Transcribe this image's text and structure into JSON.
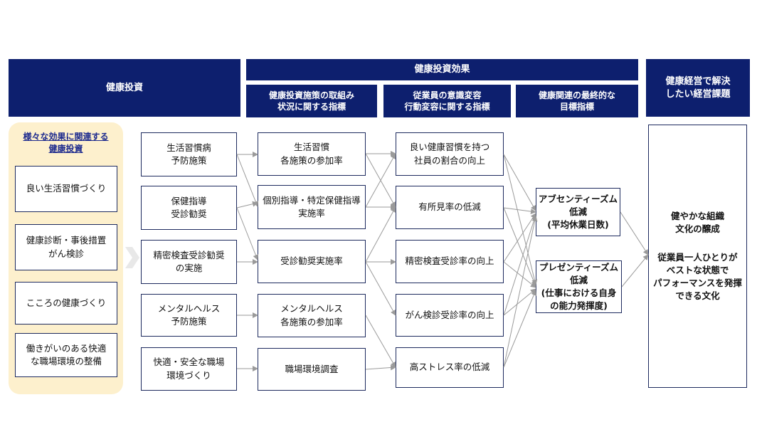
{
  "headers": {
    "investment": "健康投資",
    "effect": "健康投資効果",
    "initiative": "健康投資施策の取組み\n状況に関する指標",
    "awareness": "従業員の意識変容\n行動変容に関する指標",
    "final": "健康関連の最終的な\n目標指標",
    "issue": "健康経営で解決\nしたい経営課題"
  },
  "panel": {
    "title": "様々な効果に関連する\n健康投資",
    "items": [
      "良い生活習慣づくり",
      "健康診断・事後措置\nがん検診",
      "こころの健康づくり",
      "働きがいのある快適\nな職場環境の整備"
    ]
  },
  "measures": [
    "生活習慣病\n予防施策",
    "保健指導\n受診勧奨",
    "精密検査受診勧奨\nの実施",
    "メンタルヘルス\n予防施策",
    "快適・安全な職場\n環境づくり"
  ],
  "initiatives": [
    "生活習慣\n各施策の参加率",
    "個別指導・特定保健指導\n実施率",
    "受診勧奨実施率",
    "メンタルヘルス\n各施策の参加率",
    "職場環境調査"
  ],
  "awareness_items": [
    "良い健康習慣を持つ\n社員の割合の向上",
    "有所見率の低減",
    "精密検査受診率の向上",
    "がん検診受診率の向上",
    "高ストレス率の低減"
  ],
  "final_items": [
    "アブセンティーズム\n低減\n(平均休業日数)",
    "プレゼンティーズム\n低減\n(仕事における自身\nの能力発揮度)"
  ],
  "issue_text": {
    "line1": "健やかな組織\n文化の醸成",
    "line2": "従業員一人ひとりが\nベストな状態で\nパフォーマンスを発揮\nできる文化"
  }
}
